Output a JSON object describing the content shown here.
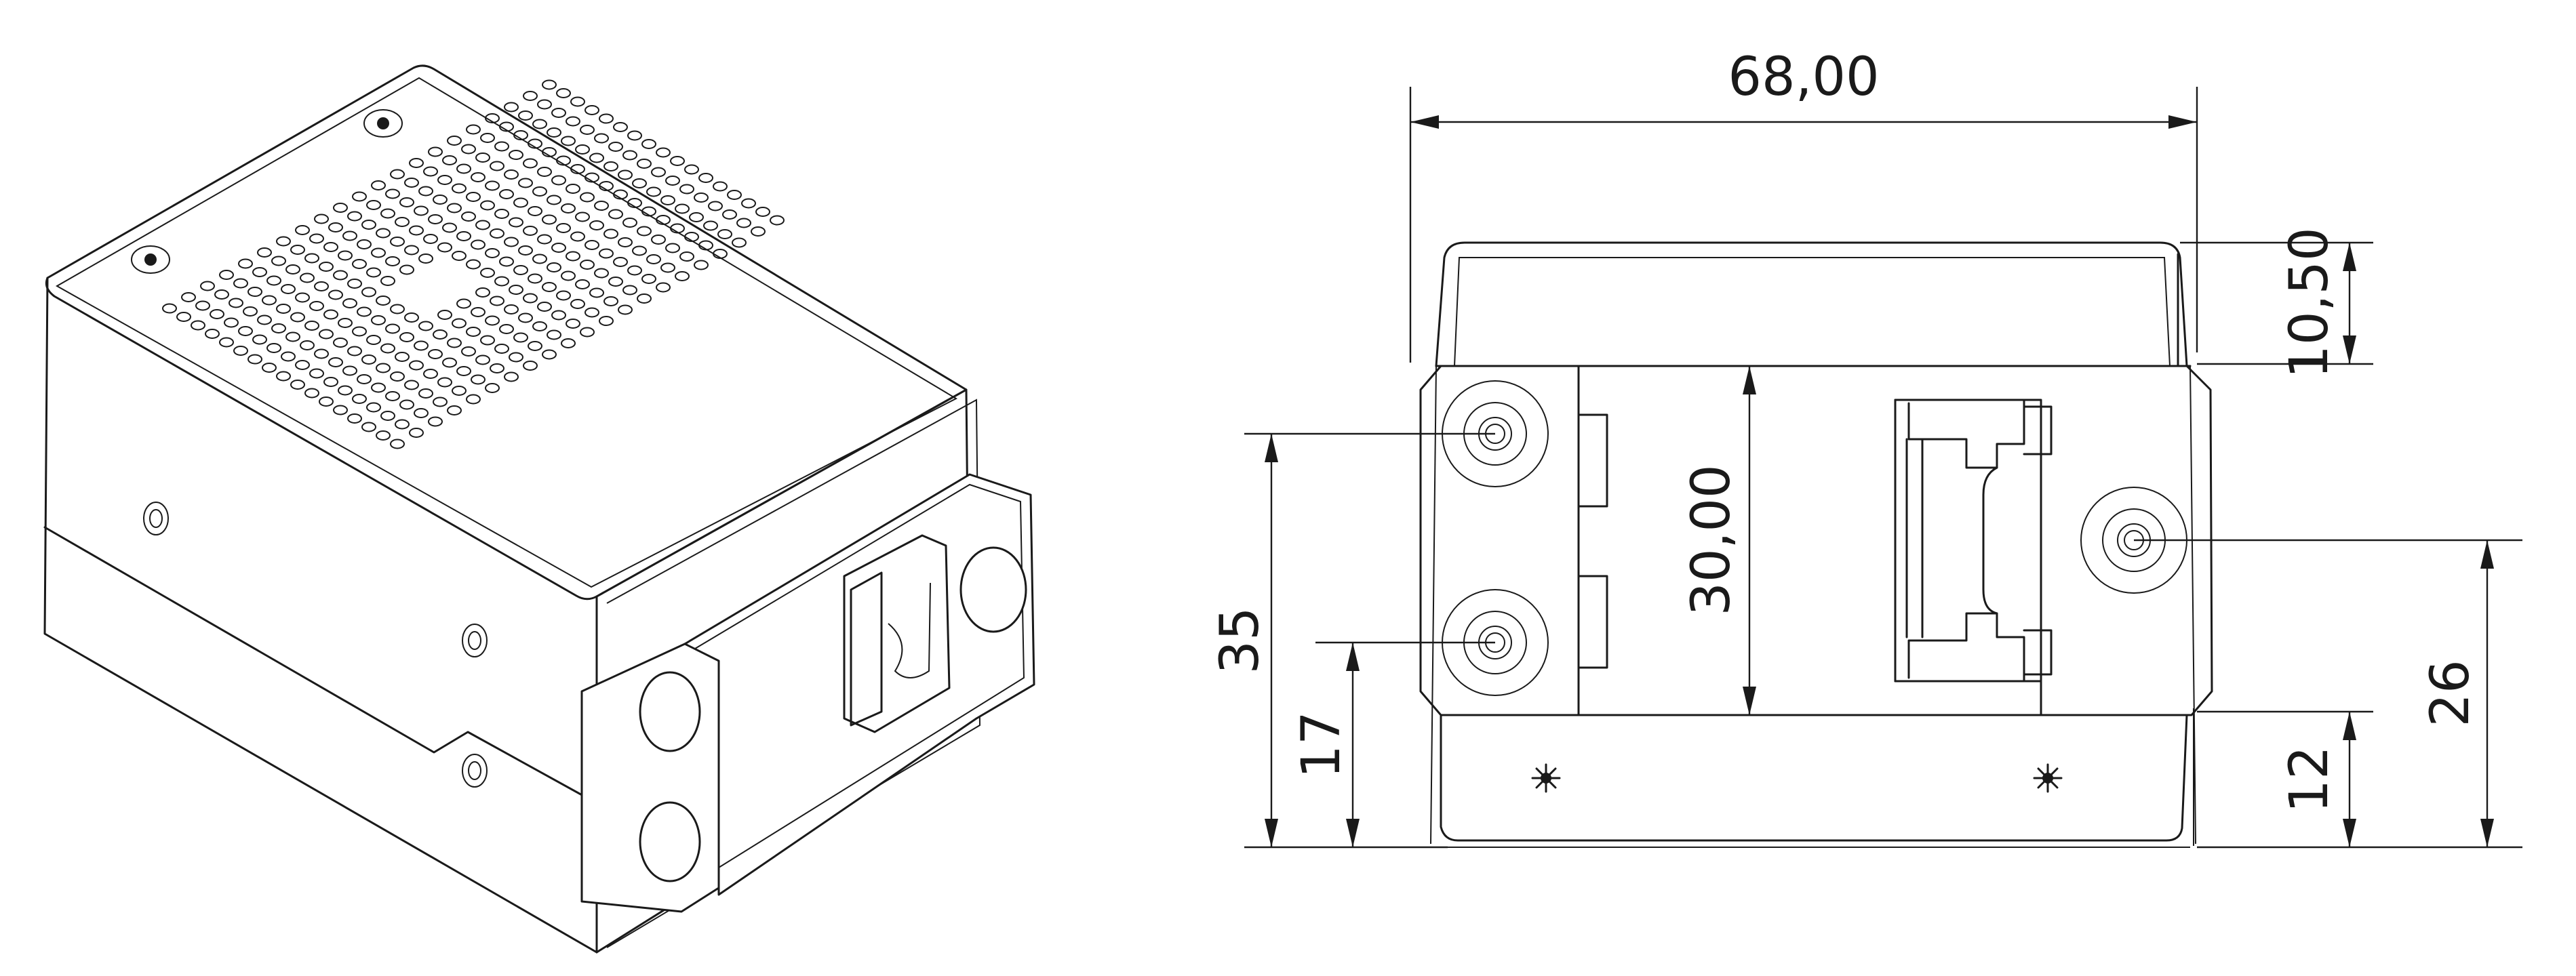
{
  "dimensions": {
    "width_overall": "68,00",
    "top_offset": "10,50",
    "mount_height": "30,00",
    "height_overall": "35",
    "lower_hole": "17",
    "right_hole": "26",
    "bottom_offset": "12"
  }
}
